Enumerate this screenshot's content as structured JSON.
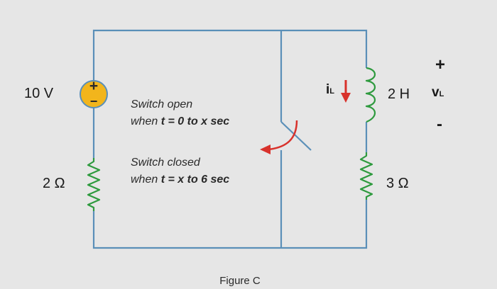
{
  "source": {
    "value_label": "10 V",
    "plus": "+",
    "minus": "−"
  },
  "resistors": {
    "r1": "2 Ω",
    "r2": "3 Ω"
  },
  "inductor": {
    "label": "2 H"
  },
  "current": {
    "symbol": "i",
    "subscript": "L"
  },
  "voltage": {
    "plus": "+",
    "symbol": "v",
    "subscript": "L",
    "minus": "-"
  },
  "notes": {
    "open_line1": "Switch open",
    "open_pre": "when ",
    "open_cond": "t = 0 to x sec",
    "closed_line1": "Switch closed",
    "closed_pre": "when ",
    "closed_cond": "t = x to 6 sec"
  },
  "caption": "Figure C",
  "colors": {
    "wire": "#5a8fb8",
    "resistor": "#2e9a3e",
    "source": "#f2b51c",
    "arrow": "#d8322c",
    "inductor": "#2e9a3e"
  }
}
